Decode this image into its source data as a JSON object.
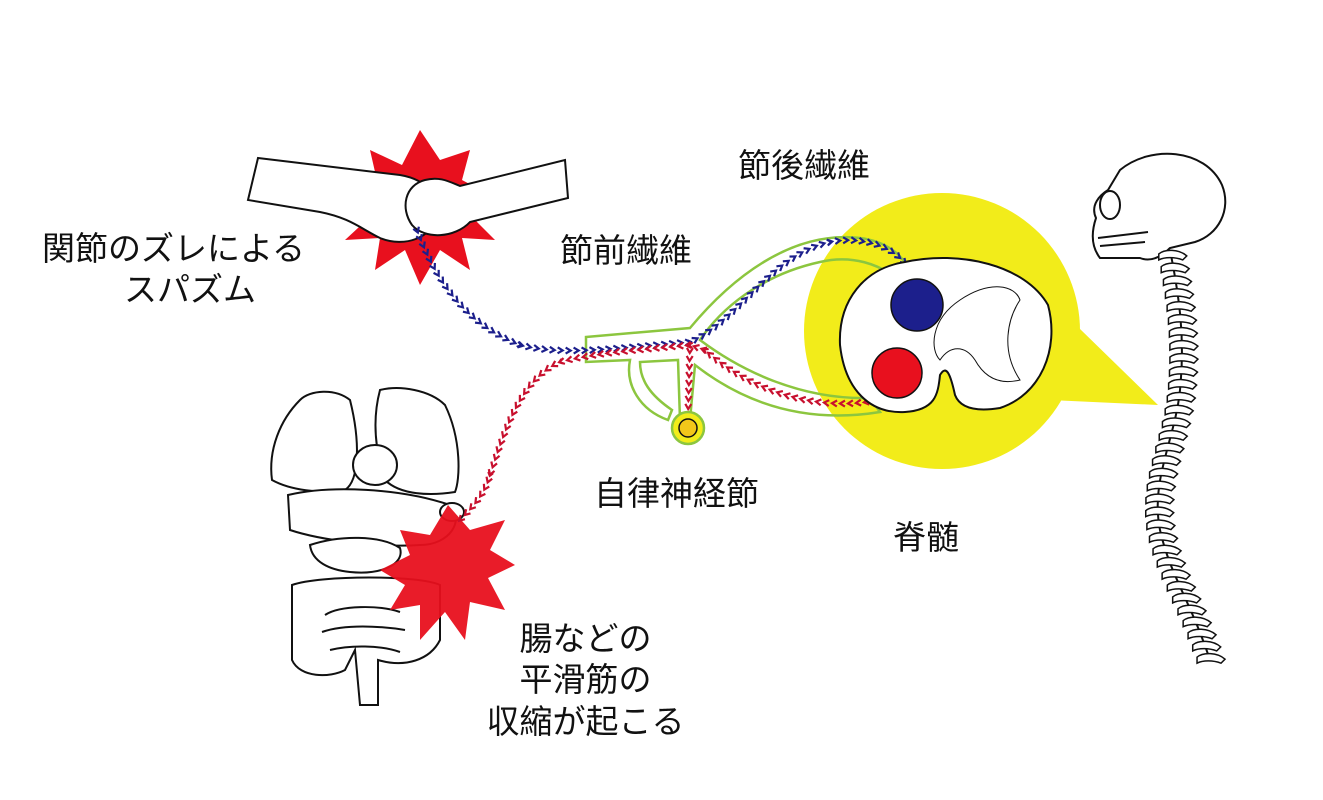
{
  "labels": {
    "joint_spasm": [
      "関節のズレによる",
      "スパズム"
    ],
    "preganglionic": "節前繊維",
    "postganglionic": "節後繊維",
    "ganglion": "自律神経節",
    "spinal_cord": "脊髄",
    "smooth_muscle": [
      "腸などの",
      "平滑筋の",
      "収縮が起こる"
    ]
  },
  "colors": {
    "pain_burst": "#e8101e",
    "afferent_chevrons": "#1c1f8c",
    "efferent_chevrons": "#c8102e",
    "nerve_outline": "#8cc63f",
    "spinal_highlight": "#f2ec1a",
    "dorsal_horn": "#1c1f8c",
    "ventral_horn": "#e8101e"
  },
  "icons": [
    "joint-icon",
    "organs-icon",
    "skeleton-icon",
    "spinal-cord-cross-section-icon",
    "ganglion-icon"
  ]
}
